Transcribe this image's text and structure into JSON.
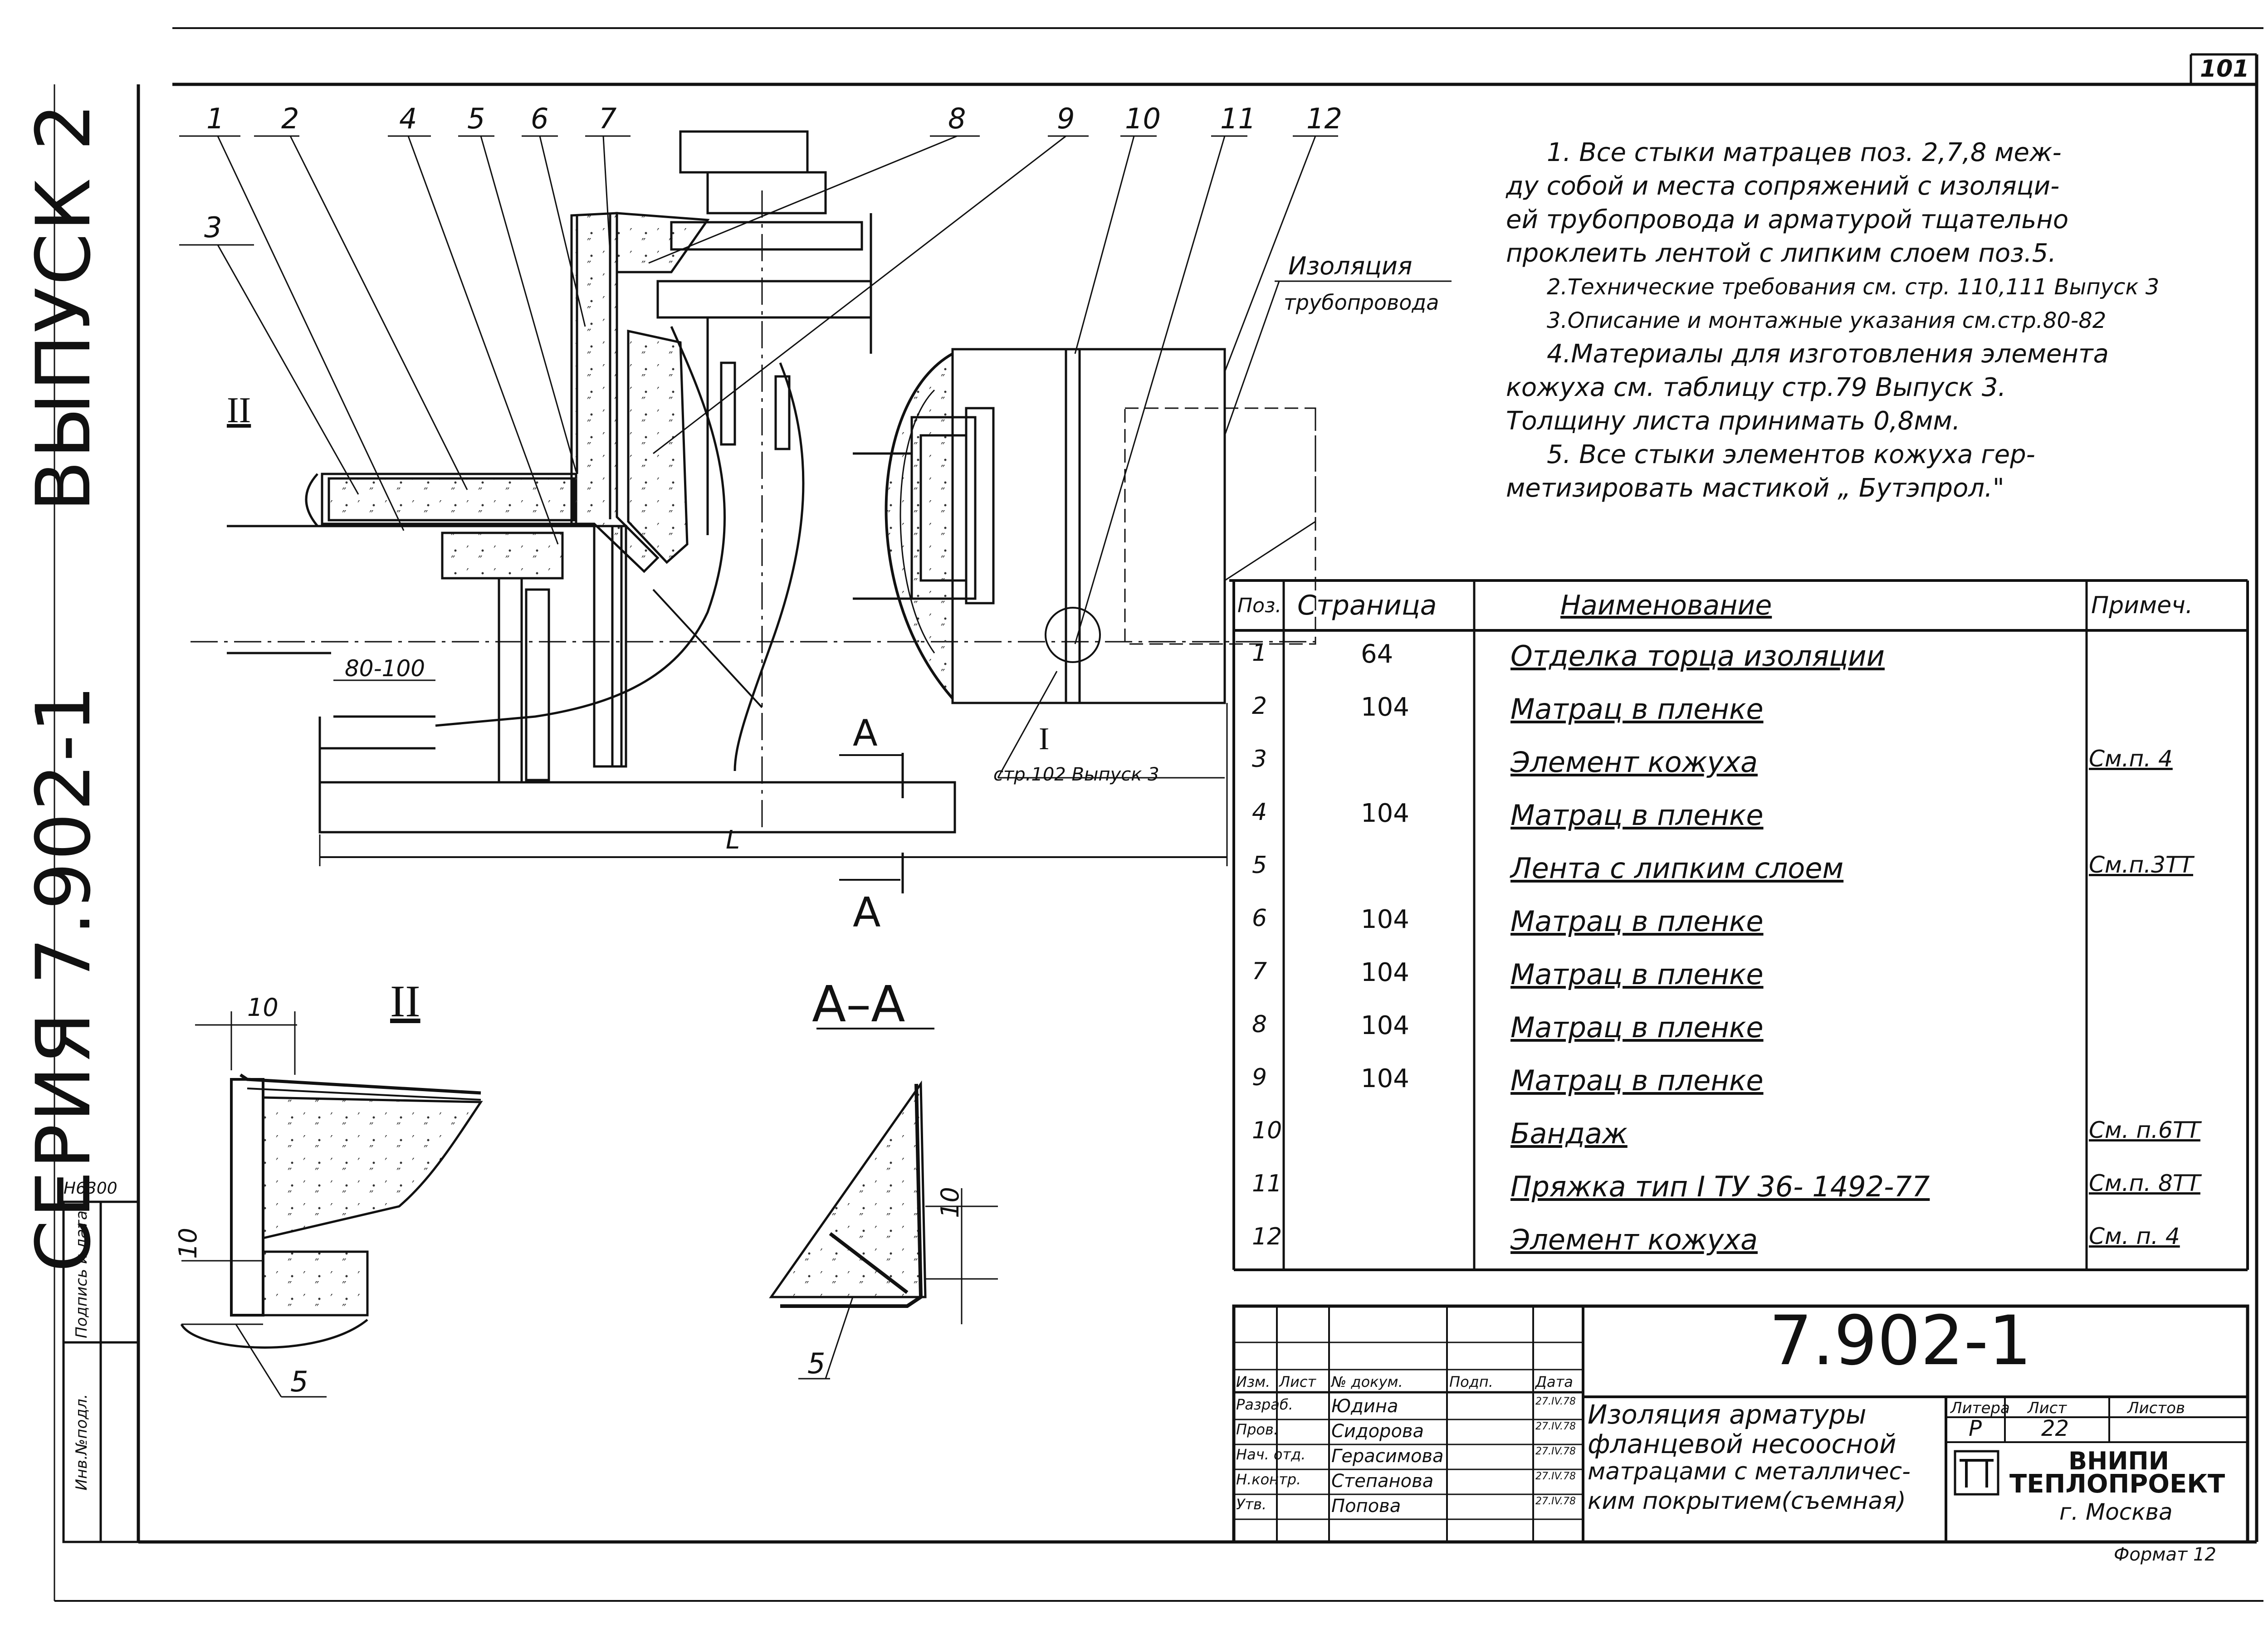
{
  "page_number": "101",
  "side_title": {
    "series": "СЕРИЯ 7.902-1",
    "issue": "ВЫПУСК 2"
  },
  "side_stamp": {
    "code": "Н6300",
    "cell1": "Инв.№подл.",
    "cell2": "Подпись и дата"
  },
  "callouts": [
    "1",
    "2",
    "4",
    "5",
    "6",
    "7",
    "8",
    "9",
    "10",
    "11",
    "12"
  ],
  "callout_3": "3",
  "label_II": "II",
  "pipe_label": {
    "line1": "Изоляция",
    "line2": "трубопровода"
  },
  "dims": {
    "d80_100": "80-100",
    "L": "L",
    "section_A": "А",
    "ten_a": "10",
    "ten_b": "10",
    "ten_c": "10"
  },
  "detail_I": "I",
  "ref_text": "стр.102 Выпуск 3",
  "section_title": "А–А",
  "detail_title": "II",
  "pos5_label_a": "5",
  "pos5_label_b": "5",
  "notes": [
    "1. Все стыки матрацев поз. 2,7,8 меж-",
    "ду собой и места сопряжений с изоляци-",
    "ей трубопровода и арматурой тщательно",
    "проклеить лентой с липким слоем поз.5.",
    "2.Технические требования см. стр. 110,111 Выпуск 3",
    "3.Описание и монтажные указания см.стр.80-82",
    "4.Материалы для изготовления элемента",
    "кожуха см. таблицу стр.79 Выпуск 3.",
    "Толщину листа принимать 0,8мм.",
    "5. Все стыки элементов кожуха гер-",
    "метизировать мастикой „ Бутэпрол.\""
  ],
  "spec_table": {
    "headers": [
      "Поз.",
      "Страница",
      "Наименование",
      "Примеч."
    ],
    "rows": [
      {
        "pos": "1",
        "page": "64",
        "name": "Отделка торца изоляции",
        "note": ""
      },
      {
        "pos": "2",
        "page": "104",
        "name": "Матрац в пленке",
        "note": ""
      },
      {
        "pos": "3",
        "page": "",
        "name": "Элемент кожуха",
        "note": "См.п. 4"
      },
      {
        "pos": "4",
        "page": "104",
        "name": "Матрац в пленке",
        "note": ""
      },
      {
        "pos": "5",
        "page": "",
        "name": "Лента с липким слоем",
        "note": "См.п.3ТТ"
      },
      {
        "pos": "6",
        "page": "104",
        "name": "Матрац в пленке",
        "note": ""
      },
      {
        "pos": "7",
        "page": "104",
        "name": "Матрац в пленке",
        "note": ""
      },
      {
        "pos": "8",
        "page": "104",
        "name": "Матрац в пленке",
        "note": ""
      },
      {
        "pos": "9",
        "page": "104",
        "name": "Матрац в пленке",
        "note": ""
      },
      {
        "pos": "10",
        "page": "",
        "name": "Бандаж",
        "note": "См. п.6ТТ"
      },
      {
        "pos": "11",
        "page": "",
        "name": "Пряжка тип I ТУ 36- 1492-77",
        "note": "См.п. 8ТТ"
      },
      {
        "pos": "12",
        "page": "",
        "name": "Элемент кожуха",
        "note": "См. п. 4"
      }
    ]
  },
  "title_block": {
    "doc_code": "7.902-1",
    "col_headers": [
      "Изм.",
      "Лист",
      "№ докум.",
      "Подп.",
      "Дата"
    ],
    "roles": [
      "Разраб.",
      "Пров.",
      "Нач. отд.",
      "Н.контр.",
      "Утв."
    ],
    "names": [
      "Юдина",
      "Сидорова",
      "Герасимова",
      "Степанова",
      "Попова"
    ],
    "dates": [
      "27.IV.78",
      "27.IV.78",
      "27.IV.78",
      "27.IV.78",
      "27.IV.78"
    ],
    "title_lines": [
      "Изоляция арматуры",
      "фланцевой несоосной",
      "матрацами с металличес-",
      "ким покрытием(съемная)"
    ],
    "litera_h": "Литера",
    "sheet_h": "Лист",
    "sheets_h": "Листов",
    "litera": "Р",
    "sheet": "22",
    "org1": "ВНИПИ",
    "org2": "ТЕПЛОПРОЕКТ",
    "org3": "г. Москва",
    "format": "Формат 12"
  }
}
